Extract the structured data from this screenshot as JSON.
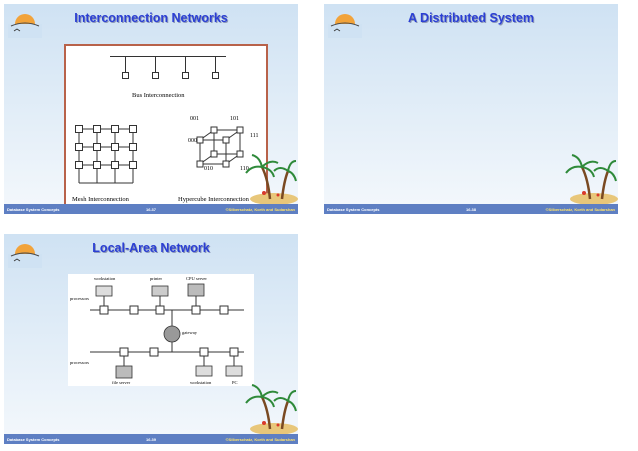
{
  "slides": [
    {
      "title": "Interconnection Networks",
      "footer": {
        "left": "Database System Concepts",
        "mid": "16.37",
        "right": "©Silberschatz, Korth and Sudarshan"
      },
      "figure": {
        "bus_label": "Bus Interconnection",
        "mesh_label": "Mesh Interconnection",
        "hypercube_label": "Hypercube Interconnection",
        "cube_nodes": [
          "001",
          "101",
          "111",
          "000",
          "010",
          "110"
        ]
      }
    },
    {
      "title": "A Distributed System",
      "footer": {
        "left": "Database System Concepts",
        "mid": "16.38",
        "right": "©Silberschatz, Korth and Sudarshan"
      }
    },
    {
      "title": "Local-Area Network",
      "footer": {
        "left": "Database System Concepts",
        "mid": "16.39",
        "right": "©Silberschatz, Korth and Sudarshan"
      },
      "figure": {
        "labels": {
          "workstation_top": "workstation",
          "printer": "printer",
          "cpu_server": "CPU server",
          "processors_top": "processors",
          "gateway": "gateway",
          "processors_bottom": "processors",
          "file_server": "file server",
          "workstation_bottom": "workstation",
          "pc": "PC"
        }
      }
    }
  ]
}
